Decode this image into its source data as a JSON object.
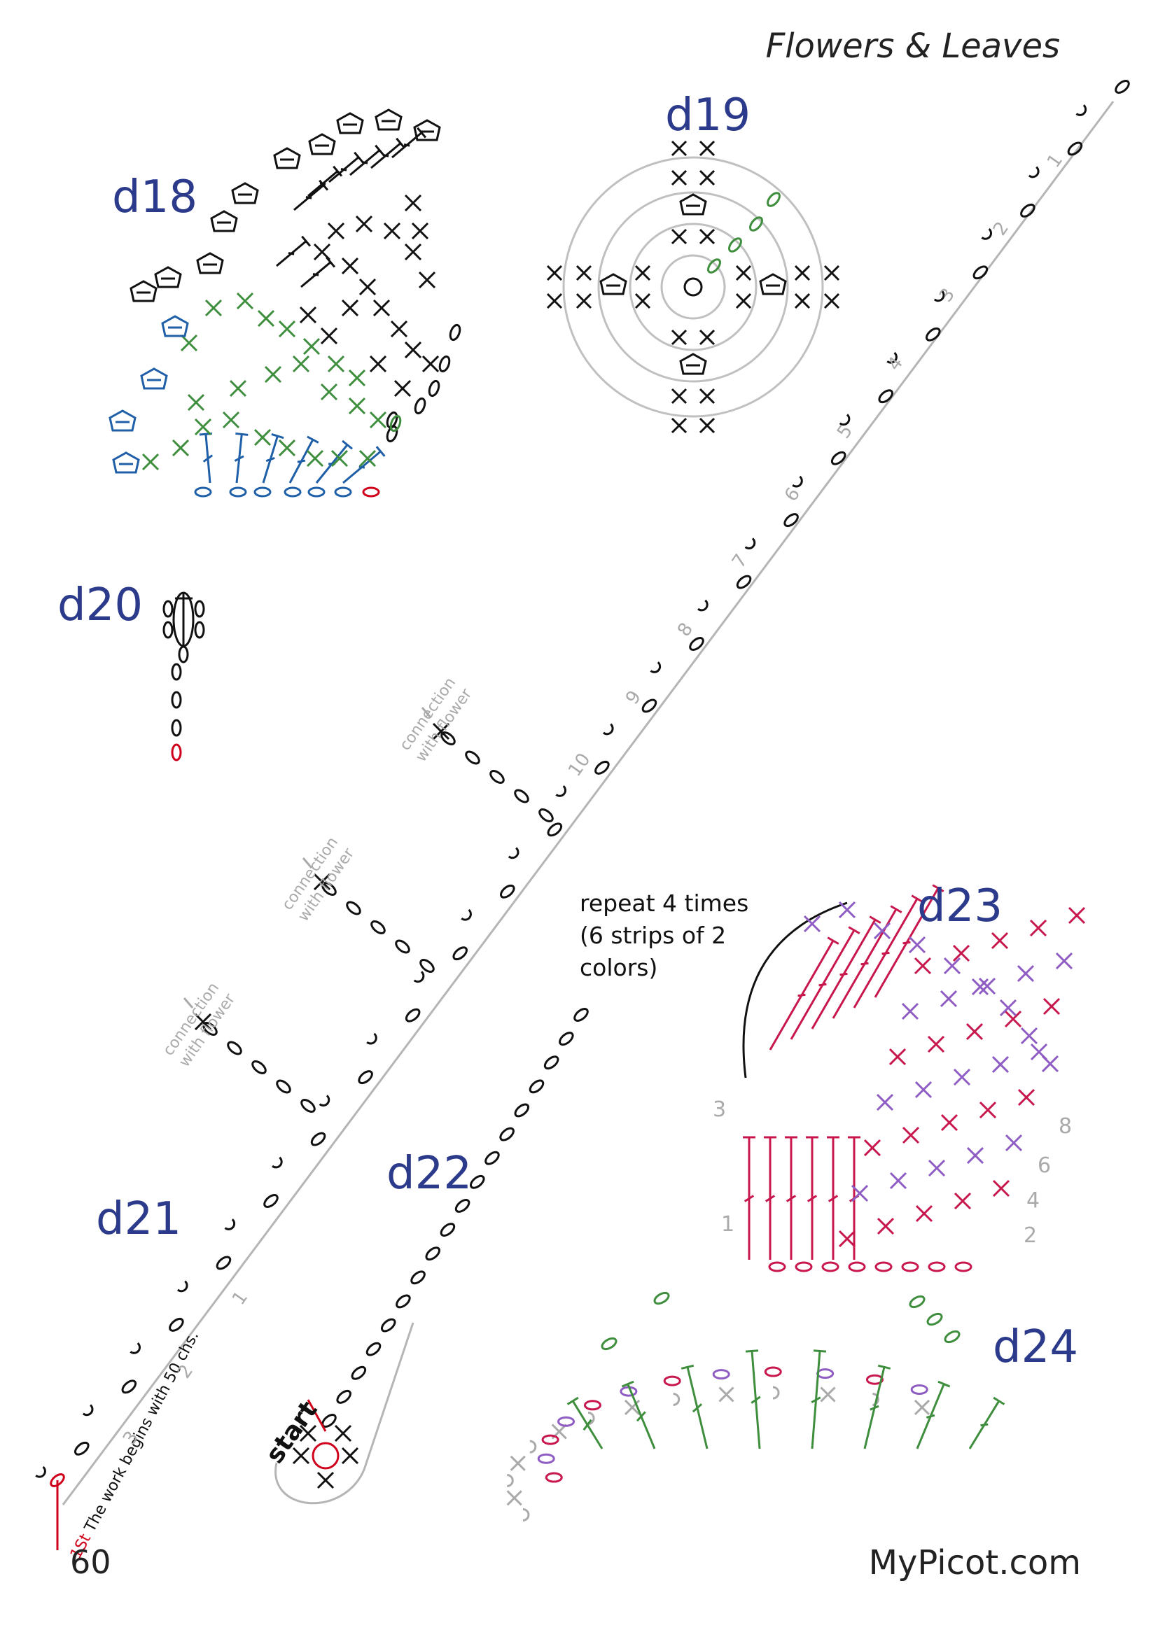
{
  "header": {
    "title": "Flowers & Leaves"
  },
  "footer": {
    "page_number": "60",
    "site": "MyPicot.com"
  },
  "labels": {
    "d18": "d18",
    "d19": "d19",
    "d20": "d20",
    "d21": "d21",
    "d22": "d22",
    "d23": "d23",
    "d24": "d24"
  },
  "repeat_note": "repeat 4 times (6 strips of 2 colors)",
  "connection_note": "connection with flower",
  "start_label": "start",
  "begin_note": {
    "row": "1St",
    "text": " The work begins with 50 chs."
  },
  "d21_row_numbers": [
    "1",
    "2",
    "3",
    "4",
    "5",
    "6",
    "7",
    "8",
    "9",
    "10"
  ],
  "d21_stem_numbers": [
    "1",
    "2",
    "3"
  ],
  "d23_row_numbers": [
    "1",
    "2",
    "3",
    "4",
    "6",
    "8"
  ],
  "colors": {
    "label_blue": "#2b3a8a",
    "black": "#111111",
    "green": "#3e8e3e",
    "blue": "#1f5fa8",
    "red": "#d0021b",
    "crimson": "#c8174d",
    "purple": "#8e5cc2",
    "grey": "#aaaaaa"
  }
}
